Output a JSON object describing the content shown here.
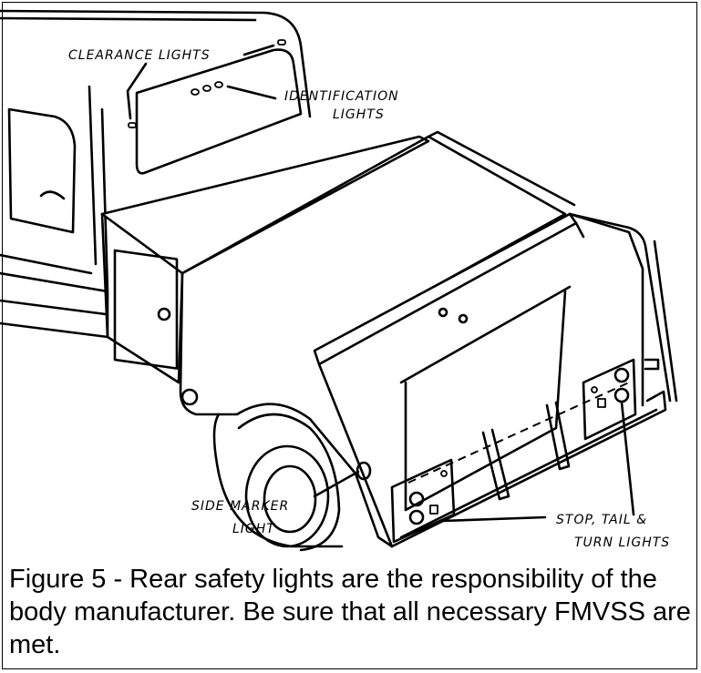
{
  "labels": {
    "clearance_lights": "CLEARANCE LIGHTS",
    "identification_lights_line1": "IDENTIFICATION",
    "identification_lights_line2": "LIGHTS",
    "side_marker_line1": "SIDE MARKER",
    "side_marker_line2": "LIGHT",
    "stop_tail_line1": "STOP, TAIL &",
    "stop_tail_line2": "TURN LIGHTS"
  },
  "caption": "Figure 5 - Rear safety lights are the responsibility of the body manufacturer.  Be sure that all necessary FMVSS are met."
}
